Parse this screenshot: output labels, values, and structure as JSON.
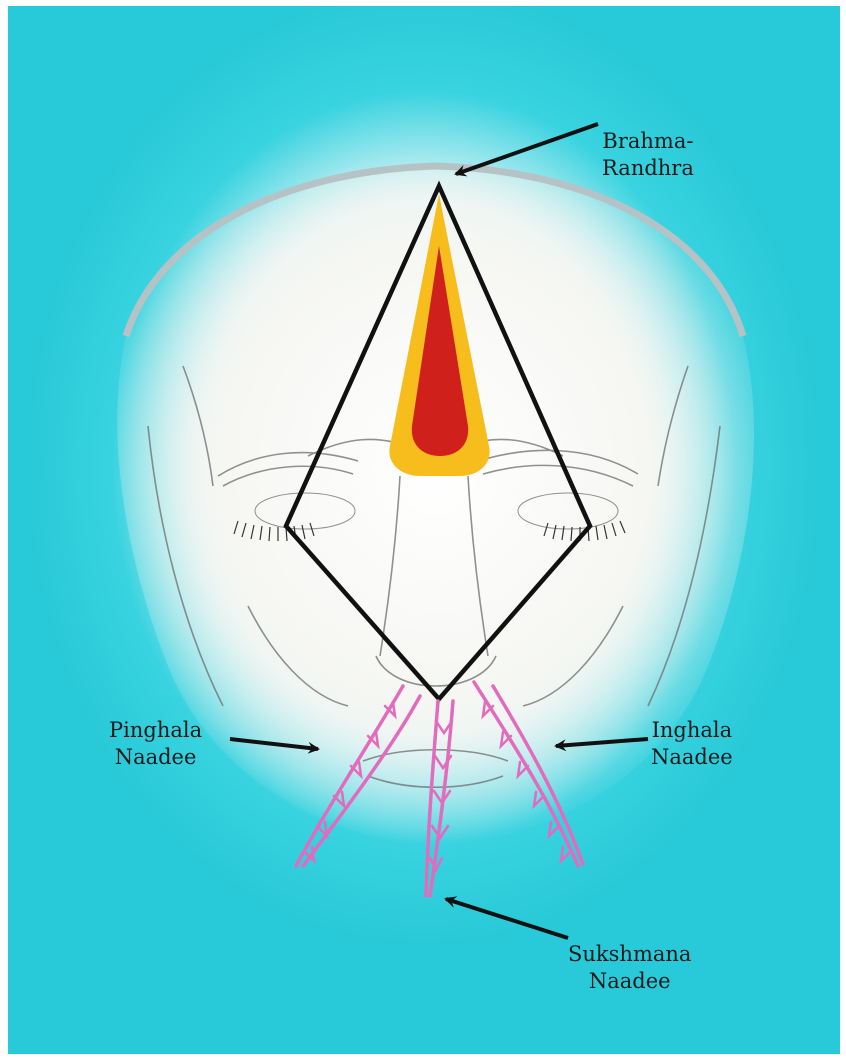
{
  "labels": {
    "brahma": [
      "Brahma-",
      "Randhra"
    ],
    "pinghala": [
      "Pinghala",
      "Naadee"
    ],
    "inghala": [
      "Inghala",
      "Naadee"
    ],
    "sukshmana": [
      "Sukshmana",
      "Naadee"
    ]
  },
  "colors": {
    "background_edge": "#28c9d8",
    "flame_outer": "#f6bd1c",
    "flame_inner": "#d0201c",
    "nadi_lines": "#e36bbd",
    "arrows": "#111111",
    "diamond": "#111111",
    "skull_outline": "#b6c3c6"
  }
}
